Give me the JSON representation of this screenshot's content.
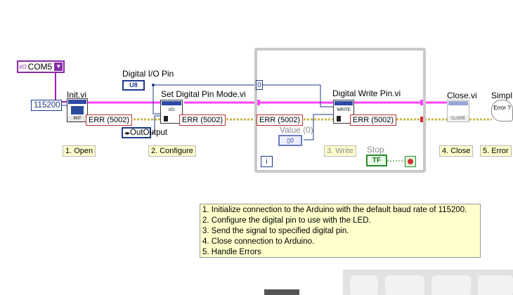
{
  "com_port": {
    "text": "COM5",
    "prefix": "I/O"
  },
  "baud_rate": "115200",
  "labels": {
    "digital_io_pin": "Digital I/O Pin",
    "init": "Init.vi",
    "set_mode": "Set Digital Pin Mode.vi",
    "digital_write": "Digital Write Pin.vi",
    "close": "Close.vi",
    "simple": "Simpl",
    "value": "Value (0)",
    "stop": "Stop"
  },
  "constants": {
    "u8": "U8",
    "zero": "0",
    "out_output": "OutOutput",
    "loop_index": "i"
  },
  "error_indicators": [
    "ERR (5002)",
    "ERR (5002)",
    "ERR (5002)",
    "ERR (5002)"
  ],
  "vi_captions": {
    "init": "INIT",
    "set_mode": "I/O",
    "write": "WRITE",
    "close": "CLOSE",
    "error": "Error ?"
  },
  "steps": [
    "1. Open",
    "2. Configure",
    "3. Write",
    "4. Close",
    "5. Error"
  ],
  "comment_lines": [
    "1. Initialize connection to the Arduino with the default baud rate of 115200.",
    "2. Configure the digital pin to use with the LED.",
    "3. Send the signal to specified digital pin.",
    "4. Close connection to Arduino.",
    "5. Handle Errors"
  ],
  "colors": {
    "refnum_wire": "#ff44ff",
    "error_wire": "#d4c060",
    "numeric_wire": "#1b3a8c",
    "loop_frame": "#c9c9c9"
  }
}
